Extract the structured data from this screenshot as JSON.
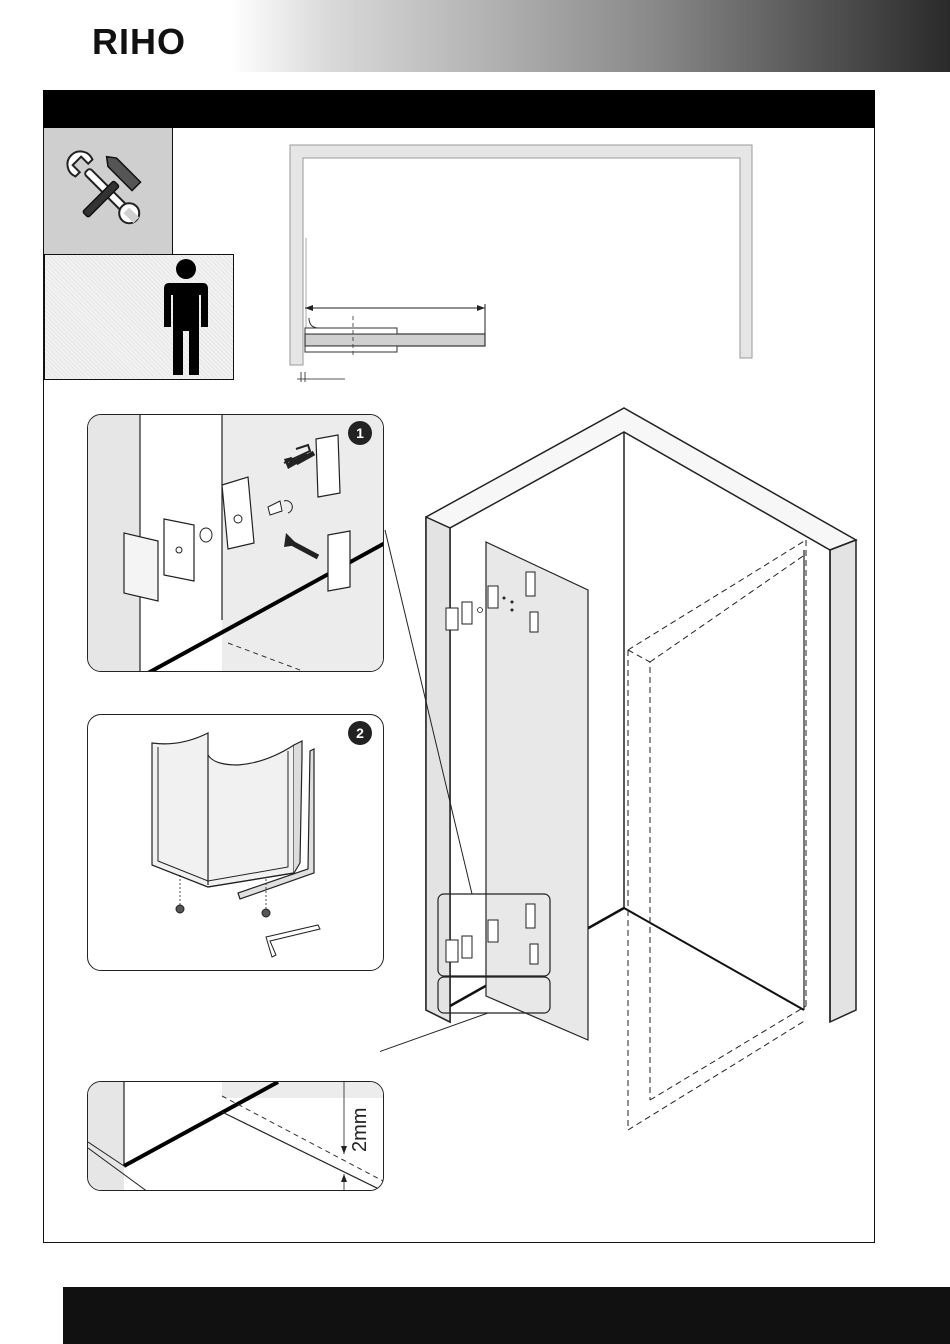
{
  "header": {
    "brand": "RIHO"
  },
  "steps": [
    {
      "number": "1"
    },
    {
      "number": "2"
    }
  ],
  "detail_gap": {
    "label": "2mm"
  },
  "icons": {
    "tools": "hammer-wrench-icon",
    "persons": "one-person-icon"
  },
  "colors": {
    "header_gradient_dark": "#2a2a2a",
    "frame": "#111111",
    "panel_grey": "#e6e6e6",
    "footer": "#111111"
  }
}
